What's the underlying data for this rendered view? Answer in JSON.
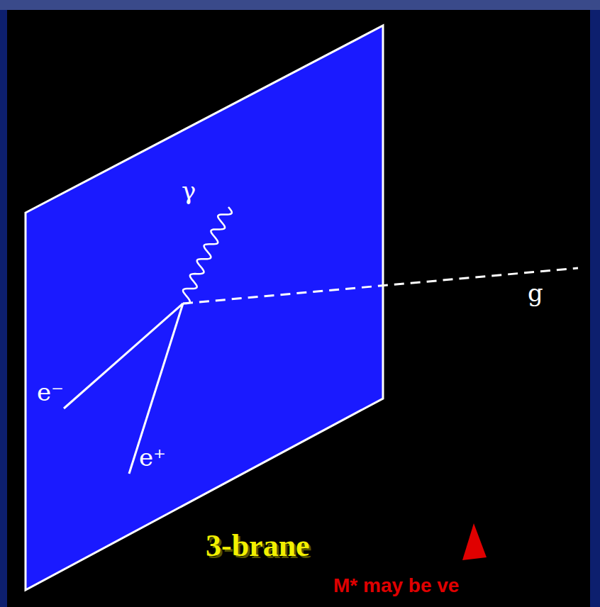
{
  "diagram": {
    "labels": [
      "γ",
      "g",
      "e⁻",
      "e⁺",
      "3-brane",
      "M* may be ve"
    ]
  }
}
